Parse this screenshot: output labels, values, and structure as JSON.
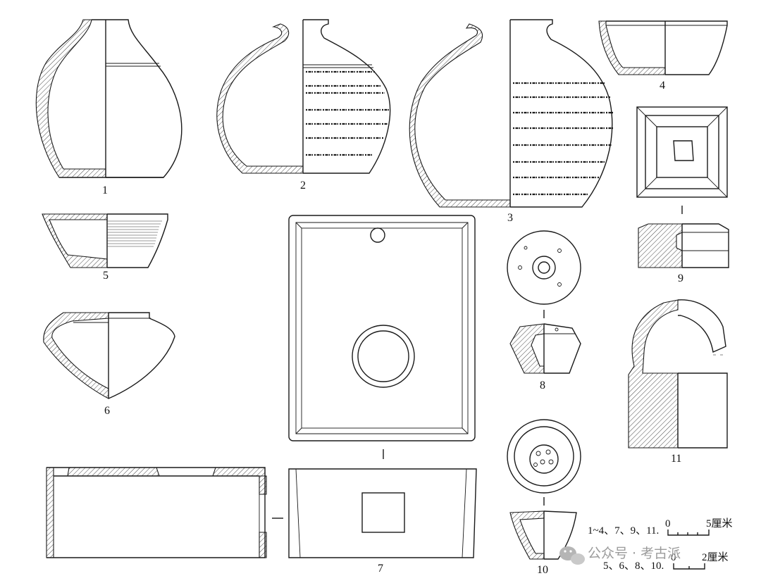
{
  "figure_labels": {
    "vessel_1": "1",
    "vessel_2": "2",
    "vessel_3": "3",
    "vessel_4": "4",
    "vessel_5": "5",
    "vessel_6": "6",
    "vessel_7": "7",
    "vessel_8": "8",
    "vessel_9": "9",
    "vessel_10": "10",
    "vessel_11": "11"
  },
  "scale_bars": {
    "large": {
      "group_label": "1~4、7、9、11.",
      "zero": "0",
      "end_value": "5厘米"
    },
    "small": {
      "group_label": "5、6、8、10.",
      "zero": "0",
      "end_value": "2厘米"
    }
  },
  "watermark": {
    "icon": "wechat-icon",
    "text": "公众号 · 考古派"
  },
  "colors": {
    "ink": "#1a1a1a",
    "paper": "#ffffff",
    "watermark": "#9b9b9b"
  }
}
